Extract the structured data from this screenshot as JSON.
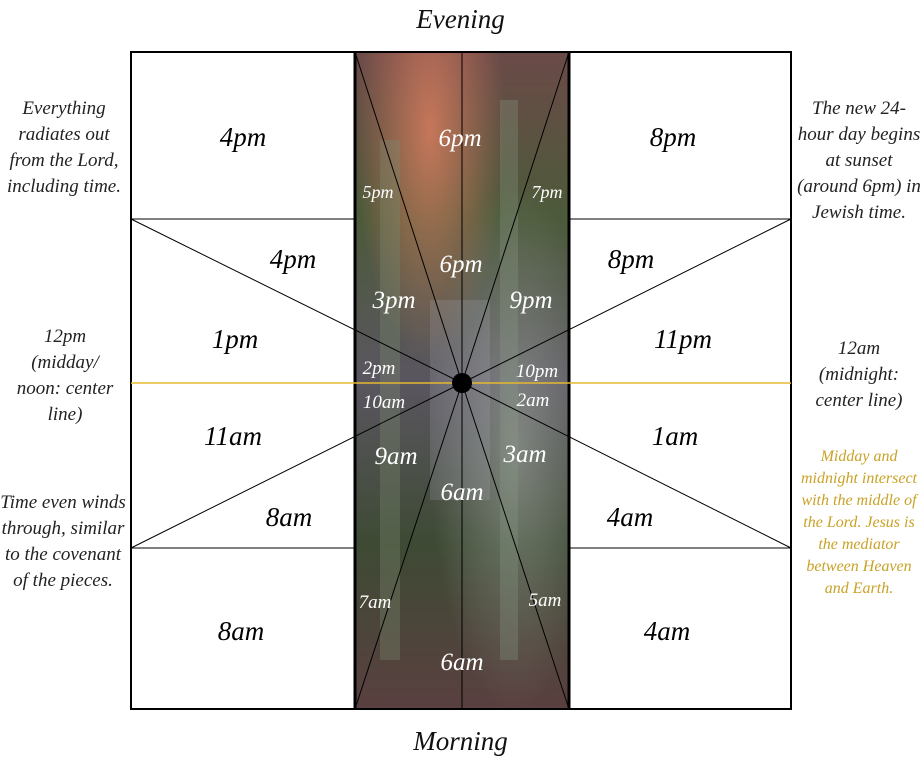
{
  "titles": {
    "top": "Evening",
    "bottom": "Morning"
  },
  "left_notes": [
    "Everything radiates out from the Lord, including time.",
    "12pm (midday/ noon: center line)",
    "Time even winds through, similar to the covenant of the pieces."
  ],
  "right_notes": [
    "The new 24-hour day begins at sunset (around 6pm) in Jewish time.",
    "12am (midnight: center line)"
  ],
  "right_gold_note": "Midday and midnight intersect with the middle of the Lord. Jesus is the mediator between Heaven and Earth.",
  "cells": {
    "left_top": "4pm",
    "left_upper": "4pm",
    "left_mid_upper": "1pm",
    "left_mid_lower": "11am",
    "left_lower": "8am",
    "left_bottom": "8am",
    "right_top": "8pm",
    "right_upper": "8pm",
    "right_mid_upper": "11pm",
    "right_mid_lower": "1am",
    "right_lower": "4am",
    "right_bottom": "4am"
  },
  "center": {
    "top": "6pm",
    "pm5": "5pm",
    "pm7": "7pm",
    "mid_top": "6pm",
    "pm3": "3pm",
    "pm9": "9pm",
    "pm2": "2pm",
    "pm10": "10pm",
    "am10": "10am",
    "am2": "2am",
    "am9": "9am",
    "am3": "3am",
    "mid_bottom": "6am",
    "am7": "7am",
    "am5": "5am",
    "bottom": "6am"
  },
  "colors": {
    "line": "#000000",
    "midline": "#e6b830",
    "gold_text": "#c9a227",
    "center_text": "#ffffff"
  }
}
